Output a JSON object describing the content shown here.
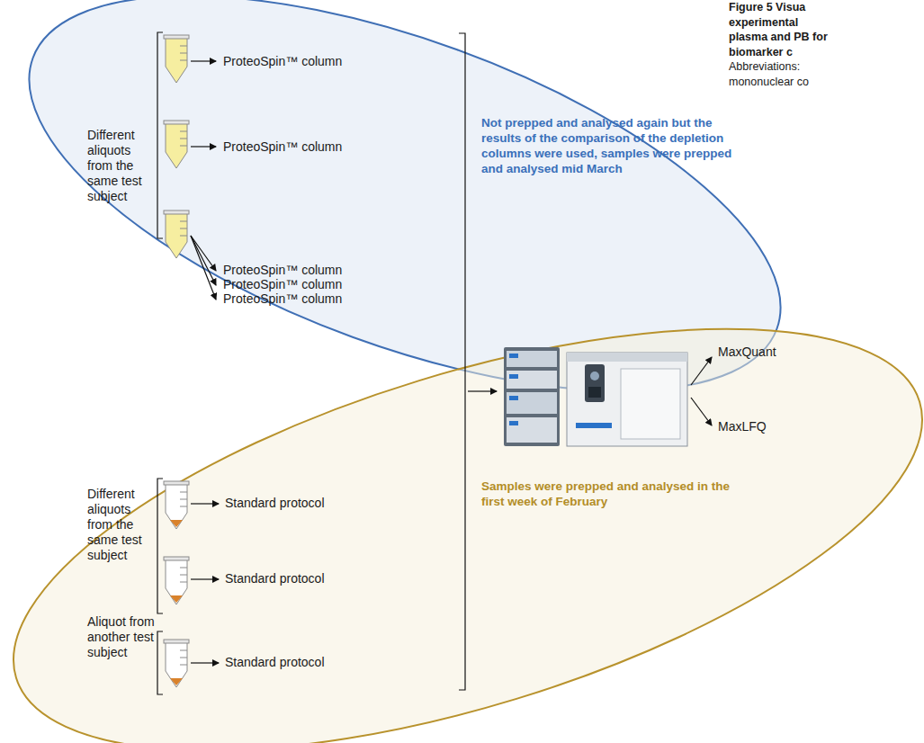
{
  "diagram": {
    "caption": "Figure 5 Visua experimental plasma and PB for biomarker c",
    "nodes": [
      {
        "text": [
          "Not prepped and analysed again but the results of the comparison of the depletion columns were used, samples were prepped and analysed mid March"
        ]
      },
      {
        "text": [
          "Samples were prepped and analysed in the first week of February"
        ]
      }
    ],
    "labels": [
      "Different aliquots from the same test subject",
      "ProteoSpin™ column",
      "ProteoSpin™ column",
      "ProteoSpin™ column",
      "ProteoSpin™ column",
      "ProteoSpin™ column",
      "MaxQuant",
      "MaxLFQ",
      "Different aliquots from the same test subject",
      "Standard protocol",
      "Standard protocol",
      "Aliquot from another test subject",
      "Standard protocol",
      "Abbreviations: mononuclear co"
    ]
  }
}
